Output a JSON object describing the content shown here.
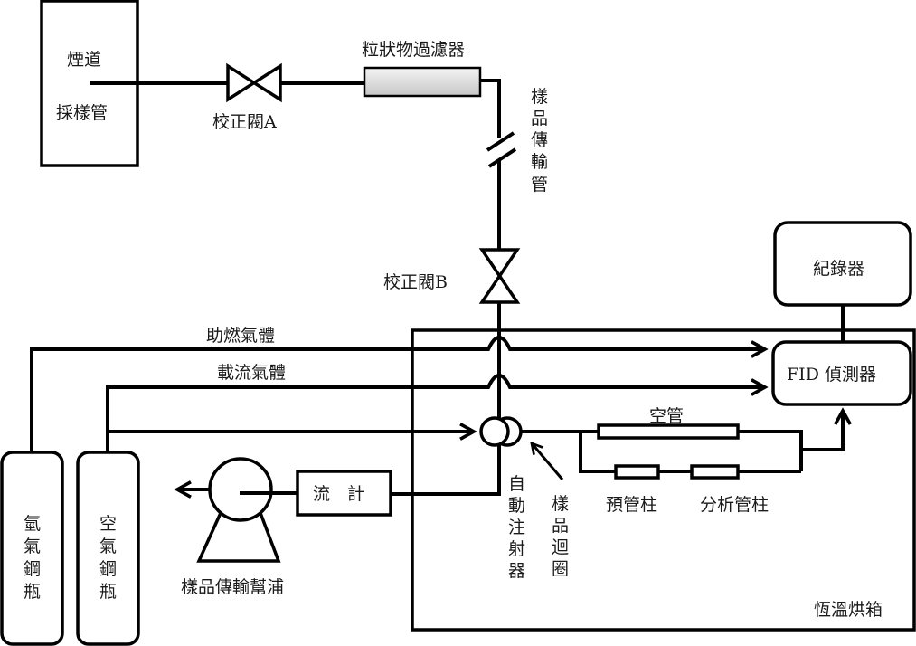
{
  "diagram": {
    "flue_box": {
      "line1": "煙道",
      "line2": "採樣管"
    },
    "valve_a": "校正閥A",
    "valve_b": "校正閥B",
    "filter": "粒狀物過濾器",
    "transfer_line": [
      "樣",
      "品",
      "傳",
      "輸",
      "管"
    ],
    "recorder": "紀錄器",
    "detector": "FID 偵測器",
    "combustion_gas": "助燃氣體",
    "carrier_gas": "載流氣體",
    "empty_tube": "空管",
    "pre_column": "預管柱",
    "analysis_column": "分析管柱",
    "auto_injector": [
      "自",
      "動",
      "注",
      "射",
      "器"
    ],
    "sample_loop": [
      "樣",
      "品",
      "迴",
      "圈"
    ],
    "flowmeter": "流　計",
    "pump": "樣品傳輸幫浦",
    "hydrogen_cylinder": [
      "氫",
      "氣",
      "鋼",
      "瓶"
    ],
    "air_cylinder": [
      "空",
      "氣",
      "鋼",
      "瓶"
    ],
    "oven": "恆溫烘箱",
    "colors": {
      "stroke": "#000000",
      "filter_fill_top": "#f2f2f2",
      "filter_fill_bottom": "#c8c8c8"
    }
  }
}
